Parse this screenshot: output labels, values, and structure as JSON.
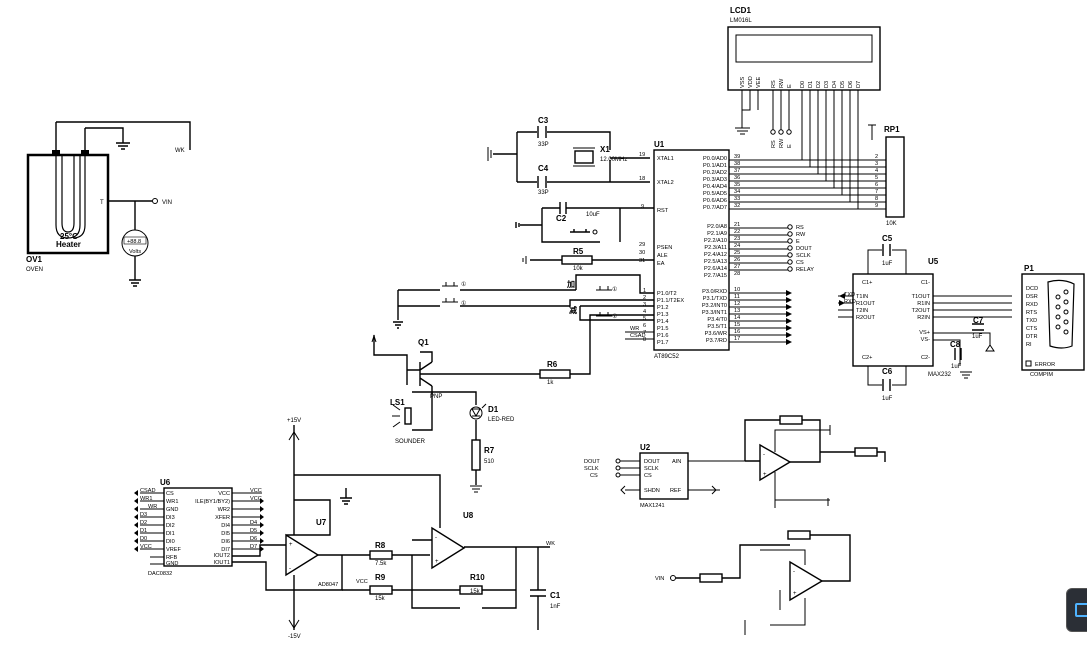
{
  "labels": {
    "lcd1": "LCD1",
    "lcd1_type": "LM016L",
    "lcd_pins": [
      "VSS",
      "VDD",
      "VEE",
      "RS",
      "RW",
      "E",
      "D0",
      "D1",
      "D2",
      "D3",
      "D4",
      "D5",
      "D6",
      "D7"
    ],
    "lcd_wires": [
      "RS",
      "RW",
      "E"
    ],
    "rp1": "RP1",
    "rp1_val": "10K",
    "c3": "C3",
    "c3_val": "33P",
    "c4": "C4",
    "c4_val": "33P",
    "x1": "X1",
    "x1_val": "12.00MHz",
    "u1": "U1",
    "u1_type": "AT89C52",
    "u1_left_pins": [
      "XTAL1",
      "XTAL2",
      "RST",
      "PSEN",
      "ALE",
      "EA",
      "P1.0/T2",
      "P1.1/T2EX",
      "P1.2",
      "P1.3",
      "P1.4",
      "P1.5",
      "P1.6",
      "P1.7"
    ],
    "u1_left_nums": [
      "19",
      "18",
      "9",
      "29",
      "30",
      "31",
      "1",
      "2",
      "3",
      "4",
      "5",
      "6",
      "7",
      "8"
    ],
    "u1_p0_pins": [
      "P0.0/AD0",
      "P0.1/AD1",
      "P0.2/AD2",
      "P0.3/AD3",
      "P0.4/AD4",
      "P0.5/AD5",
      "P0.6/AD6",
      "P0.7/AD7"
    ],
    "u1_p0_nums": [
      "39",
      "38",
      "37",
      "36",
      "35",
      "34",
      "33",
      "32"
    ],
    "u1_p2_pins": [
      "P2.0/A8",
      "P2.1/A9",
      "P2.2/A10",
      "P2.3/A11",
      "P2.4/A12",
      "P2.5/A13",
      "P2.6/A14",
      "P2.7/A15"
    ],
    "u1_p2_nums": [
      "21",
      "22",
      "23",
      "24",
      "25",
      "26",
      "27",
      "28"
    ],
    "u1_p2_nets": [
      "RS",
      "RW",
      "E",
      "DOUT",
      "SCLK",
      "CS",
      "RELAY"
    ],
    "u1_p3_pins": [
      "P3.0/RXD",
      "P3.1/TXD",
      "P3.2/INT0",
      "P3.3/INT1",
      "P3.4/T0",
      "P3.5/T1",
      "P3.6/WR",
      "P3.7/RD"
    ],
    "u1_p3_nums": [
      "10",
      "11",
      "12",
      "13",
      "14",
      "15",
      "16",
      "17"
    ],
    "u1_left_nets": [
      "WR",
      "CSAD"
    ],
    "c2": "C2",
    "c2_val": "10uF",
    "r5": "R5",
    "r5_val": "10k",
    "sw_add": "加",
    "sw_sub": "减",
    "q1": "Q1",
    "q1_type": "PNP",
    "r6": "R6",
    "r6_val": "1k",
    "ls1": "LS1",
    "ls1_type": "SOUNDER",
    "d1": "D1",
    "d1_type": "LED-RED",
    "r7": "R7",
    "r7_val": "510",
    "ov1": "OV1",
    "ov1_type": "OVEN",
    "heater": "Heater",
    "heater_temp": "25°C",
    "ov_wk": "WK",
    "ov_t": "T",
    "ov_vin": "VIN",
    "volt_reading": "+88.8",
    "volt_unit": "Volts",
    "c5": "C5",
    "c5_val": "1uF",
    "c6": "C6",
    "c6_val": "1uF",
    "c7": "C7",
    "c7_val": "1uF",
    "c8": "C8",
    "c8_val": "1uF",
    "u5": "U5",
    "u5_type": "MAX232",
    "u5_left": [
      "C1+",
      "T1IN",
      "R1OUT",
      "T2IN",
      "R2OUT",
      "C2+"
    ],
    "u5_right": [
      "C1-",
      "T1OUT",
      "R1IN",
      "T2OUT",
      "R2IN",
      "VS+",
      "VS-",
      "C2-"
    ],
    "u5_nets": [
      "TXD",
      "RXD"
    ],
    "p1": "P1",
    "p1_type": "COMPIM",
    "p1_pins": [
      "DCD",
      "DSR",
      "RXD",
      "RTS",
      "TXD",
      "CTS",
      "DTR",
      "RI"
    ],
    "p1_error": "ERROR",
    "u2": "U2",
    "u2_type": "MAX1241",
    "u2_pins": [
      "DOUT",
      "SCLK",
      "CS",
      "SHDN",
      "AIN",
      "REF"
    ],
    "u2_nets": [
      "DOUT",
      "SCLK",
      "CS"
    ],
    "u6": "U6",
    "u6_type": "DAC0832",
    "u6_left": [
      "CS",
      "WR1",
      "GND",
      "DI3",
      "DI2",
      "DI1",
      "DI0",
      "VREF",
      "RFB",
      "GND"
    ],
    "u6_right": [
      "VCC",
      "ILE(BY1/BY2)",
      "WR2",
      "XFER",
      "DI4",
      "DI5",
      "DI6",
      "DI7",
      "IOUT2",
      "IOUT1"
    ],
    "u6_nets": [
      "CSAD",
      "WR1",
      "WR",
      "D3",
      "D2",
      "D1",
      "D0",
      "VCC",
      "VCC",
      "VCC",
      "D4",
      "D5",
      "D6",
      "D7"
    ],
    "u7": "U7",
    "u7_type": "AD8047",
    "u8": "U8",
    "r8": "R8",
    "r8_val": "7.5k",
    "r9": "R9",
    "r9_val": "15k",
    "r10": "R10",
    "r10_val": "15k",
    "vcc": "VCC",
    "c1": "C1",
    "c1_val": "1nF",
    "wk": "WK",
    "vin": "VIN",
    "p15": "+15V",
    "m15": "-15V"
  }
}
